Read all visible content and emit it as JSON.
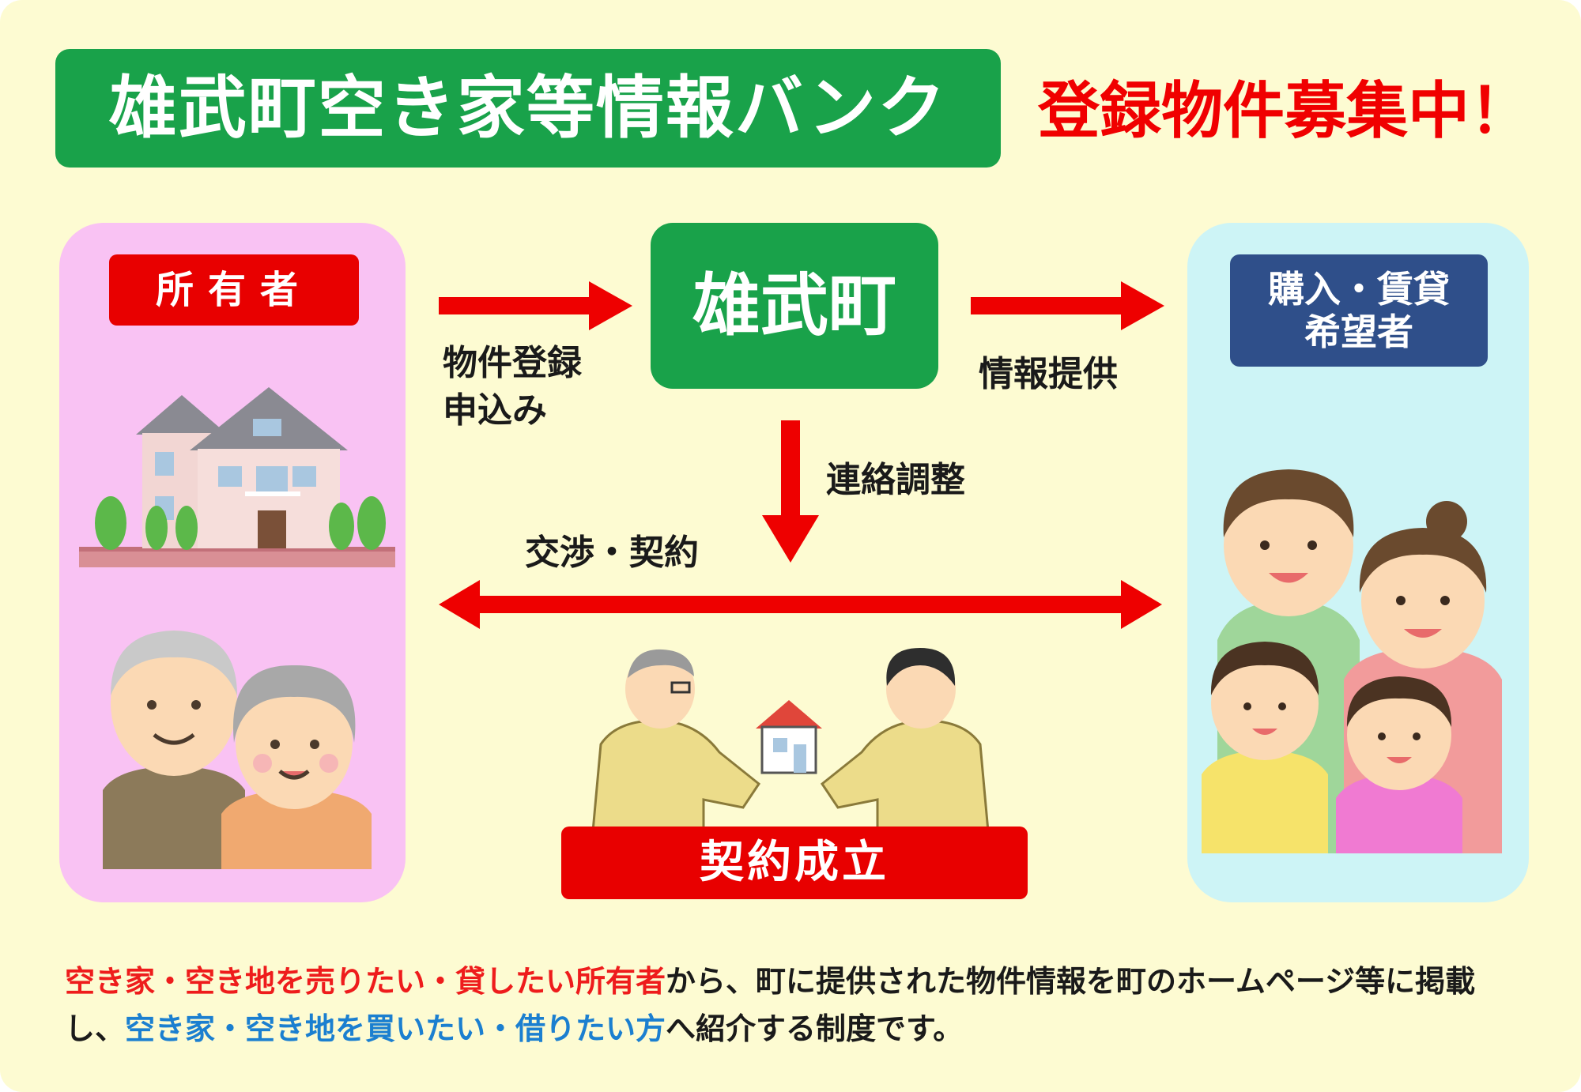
{
  "title": "雄武町空き家等情報バンク",
  "recruit_text": "登録物件募集中！",
  "owner": {
    "label": "所有者"
  },
  "town": {
    "label": "雄武町"
  },
  "buyer": {
    "label_line1": "購入・賃貸",
    "label_line2": "希望者"
  },
  "flow": {
    "register_line1": "物件登録",
    "register_line2": "申込み",
    "info": "情報提供",
    "coordination": "連絡調整",
    "negotiation": "交渉・契約"
  },
  "success_label": "契約成立",
  "description": {
    "part1": "空き家・空き地を売りたい・貸したい所有者",
    "part2": "から、町に提供された物件情報を町のホームページ等に掲載し、",
    "part3": "空き家・空き地を買いたい・借りたい方",
    "part4": "へ紹介する制度です。"
  },
  "colors": {
    "background": "#fdfbd2",
    "green": "#19a24a",
    "red": "#e80000",
    "navy": "#2f4f8a",
    "owner_panel": "#f9c2f3",
    "buyer_panel": "#cdf4f6",
    "desc_red": "#ee1c1c",
    "desc_blue": "#1b7fd0"
  }
}
